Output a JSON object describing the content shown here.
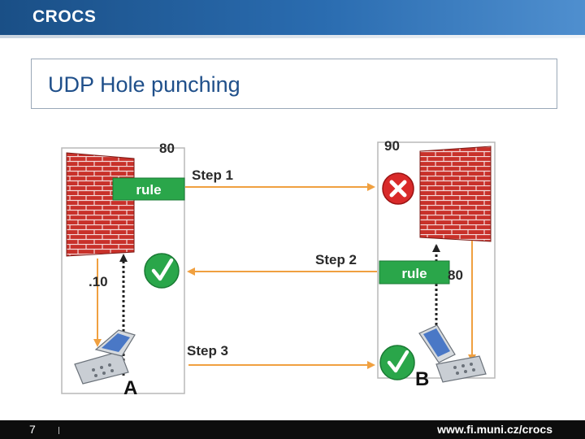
{
  "header": {
    "logo": "CROCS"
  },
  "slide": {
    "title": "UDP Hole punching"
  },
  "diagram": {
    "port_a_nat": "80",
    "port_b_nat": "90",
    "port_b_local": "80",
    "addr_a_local": ".10",
    "step1": "Step 1",
    "step2": "Step 2",
    "step3": "Step 3",
    "rule_a": "rule",
    "rule_b": "rule",
    "host_a": "A",
    "host_b": "B",
    "colors": {
      "arrow": "#f0a040",
      "rule_green": "#2aa64a",
      "blocked_red": "#d92a2a",
      "brick": "#c8312a"
    }
  },
  "footer": {
    "page": "7",
    "url": "www.fi.muni.cz/crocs"
  }
}
